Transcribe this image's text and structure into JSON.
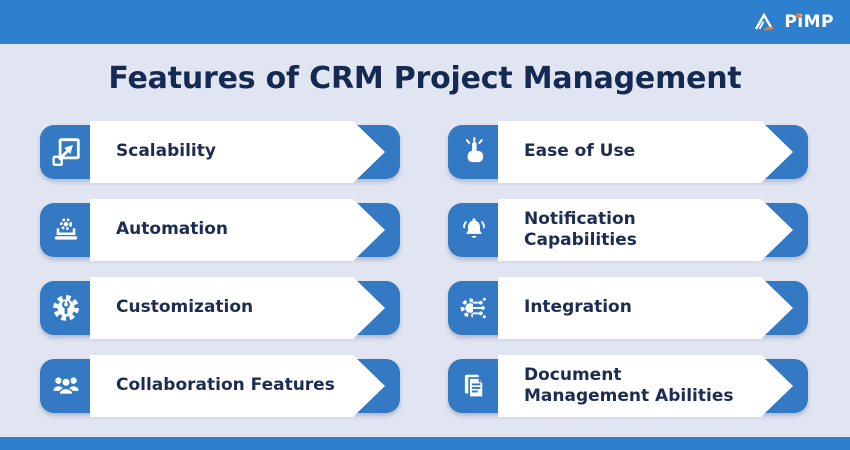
{
  "colors": {
    "brand_blue": "#2e80cf",
    "tile_blue": "#3379c3",
    "background": "#e1e5f1",
    "title_navy": "#152a52",
    "text_navy": "#1d2c52",
    "accent_orange": "#f47a2a",
    "white": "#ffffff"
  },
  "header": {
    "logo_text": "PiMP"
  },
  "title": "Features of CRM Project Management",
  "items": [
    {
      "label": "Scalability",
      "icon": "scale-expand-icon"
    },
    {
      "label": "Ease of Use",
      "icon": "tap-hand-icon"
    },
    {
      "label": "Automation",
      "icon": "laptop-gear-icon"
    },
    {
      "label": "Notification Capabilities",
      "icon": "bell-icon"
    },
    {
      "label": "Customization",
      "icon": "gear-wrench-icon"
    },
    {
      "label": "Integration",
      "icon": "gear-circuit-icon"
    },
    {
      "label": "Collaboration Features",
      "icon": "people-group-icon"
    },
    {
      "label": "Document Management Abilities",
      "icon": "documents-icon"
    }
  ]
}
